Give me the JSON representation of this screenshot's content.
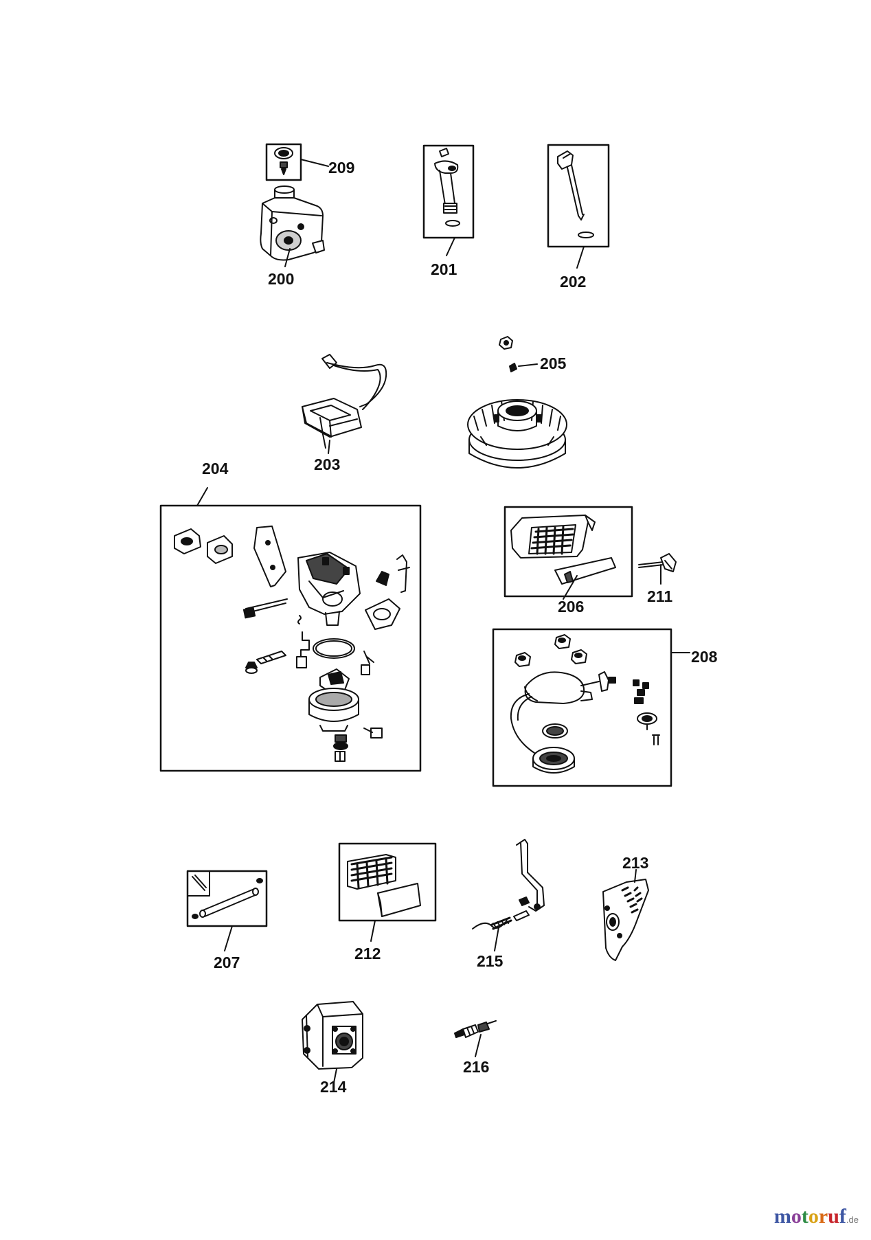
{
  "parts": [
    {
      "id": "p200",
      "label": "200",
      "icon": "fuel-tank-icon"
    },
    {
      "id": "p201",
      "label": "201",
      "icon": "oil-fill-tube-icon"
    },
    {
      "id": "p202",
      "label": "202",
      "icon": "dipstick-icon"
    },
    {
      "id": "p203",
      "label": "203",
      "icon": "ignition-coil-icon"
    },
    {
      "id": "p204",
      "label": "204",
      "icon": "carburetor-kit-icon"
    },
    {
      "id": "p205",
      "label": "205",
      "icon": "flywheel-key-icon"
    },
    {
      "id": "p206",
      "label": "206",
      "icon": "air-cleaner-icon"
    },
    {
      "id": "p207",
      "label": "207",
      "icon": "pin-kit-icon"
    },
    {
      "id": "p208",
      "label": "208",
      "icon": "recoil-starter-icon"
    },
    {
      "id": "p209",
      "label": "209",
      "icon": "fuel-cap-icon"
    },
    {
      "id": "p211",
      "label": "211",
      "icon": "air-filter-icon"
    },
    {
      "id": "p212",
      "label": "212",
      "icon": "wing-screw-icon"
    },
    {
      "id": "p213",
      "label": "213",
      "icon": "muffler-guard-icon"
    },
    {
      "id": "p214",
      "label": "214",
      "icon": "muffler-icon"
    },
    {
      "id": "p215",
      "label": "215",
      "icon": "governor-lever-icon"
    },
    {
      "id": "p216",
      "label": "216",
      "icon": "spark-plug-icon"
    }
  ],
  "watermark": {
    "letters": [
      {
        "ch": "m",
        "color": "#3d56a3"
      },
      {
        "ch": "o",
        "color": "#8a3f98"
      },
      {
        "ch": "t",
        "color": "#2e8c46"
      },
      {
        "ch": "o",
        "color": "#d9a216"
      },
      {
        "ch": "r",
        "color": "#d96a16"
      },
      {
        "ch": "u",
        "color": "#c7252c"
      },
      {
        "ch": "f",
        "color": "#3d56a3"
      }
    ],
    "tld": ".de"
  }
}
